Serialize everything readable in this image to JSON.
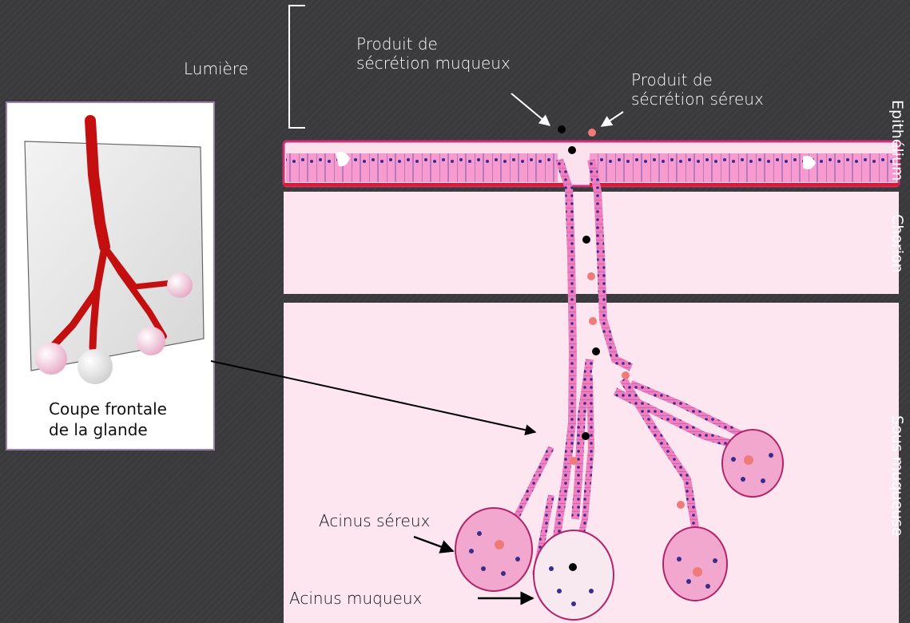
{
  "labels": {
    "lumiere": "Lumière",
    "muqueux_l1": "Produit de",
    "muqueux_l2": "sécrétion muqueux",
    "sereux_l1": "Produit de",
    "sereux_l2": "sécrétion séreux",
    "epithelium": "Epithélium",
    "chorion": "Chorion",
    "sous_muqueuse": "Sous muqueuse",
    "coupe_l1": "Coupe frontale",
    "coupe_l2": "de la glande",
    "acinus_sereux": "Acinus séreux",
    "acinus_muqueux": "Acinus muqueux"
  },
  "colors": {
    "background": "#3a3a3c",
    "tissue": "#fde6ef",
    "epithelium_cell": "#f79ad0",
    "epithelium_border": "#cf2f79",
    "basement_membrane": "#e0192f",
    "nucleus": "#3b2c8a",
    "mucous_secretion": "#000000",
    "serous_secretion": "#f07a78",
    "gland_3d": "#c40f10",
    "acinus_pink": "#f2b5d2"
  }
}
